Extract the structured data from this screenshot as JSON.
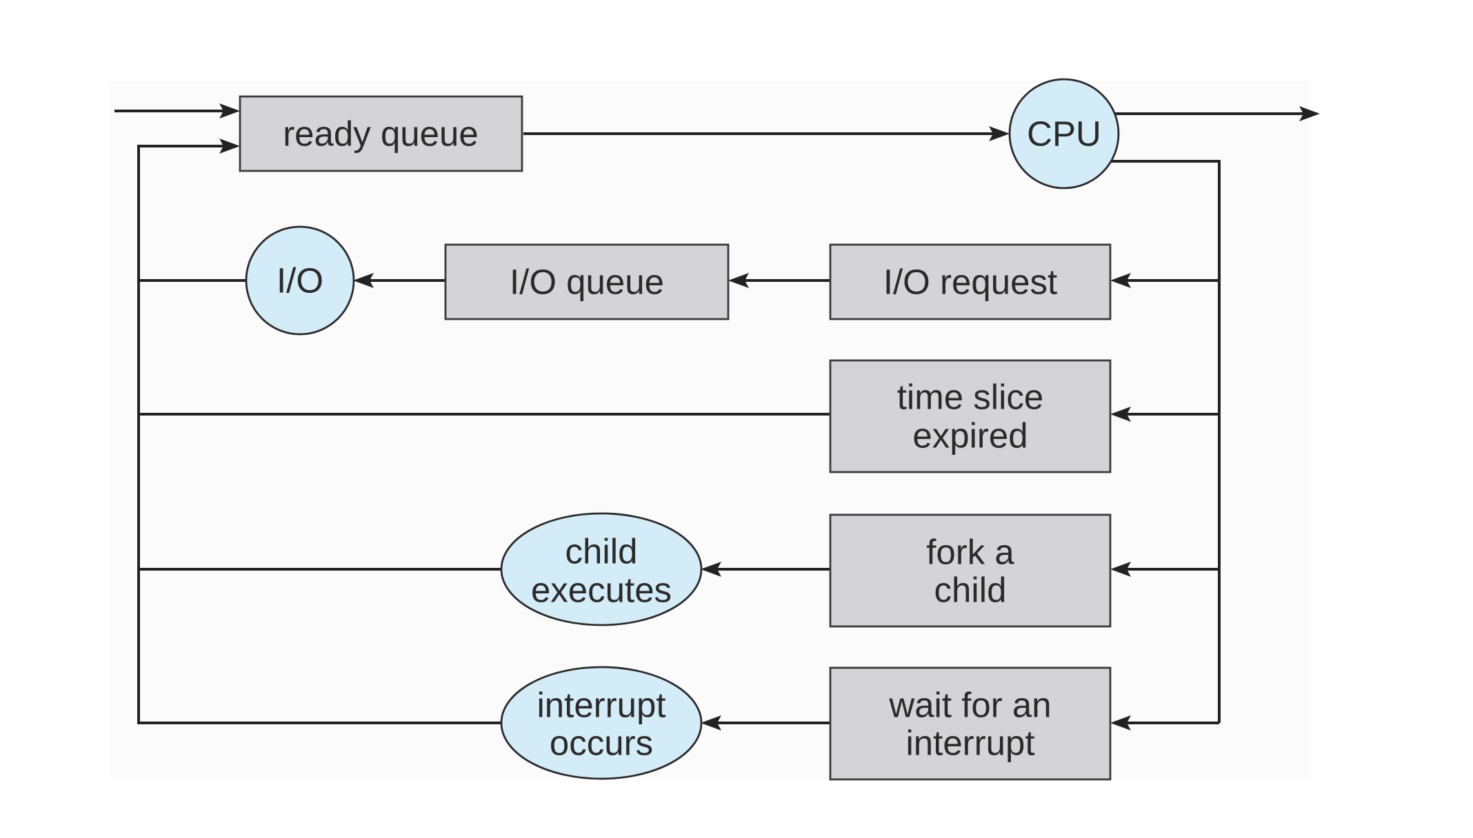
{
  "diagram": {
    "ready_queue": "ready queue",
    "cpu": "CPU",
    "io": "I/O",
    "io_queue": "I/O queue",
    "io_request": "I/O request",
    "time_slice": [
      "time slice",
      "expired"
    ],
    "fork_child": [
      "fork a",
      "child"
    ],
    "child_executes": [
      "child",
      "executes"
    ],
    "wait_interrupt": [
      "wait for an",
      "interrupt"
    ],
    "interrupt_occurs": [
      "interrupt",
      "occurs"
    ]
  },
  "colors": {
    "queue_box_fill": "#d4d4d6",
    "resource_fill": "#d4ebf8",
    "line": "#222222",
    "text": "#2a2a2a"
  }
}
